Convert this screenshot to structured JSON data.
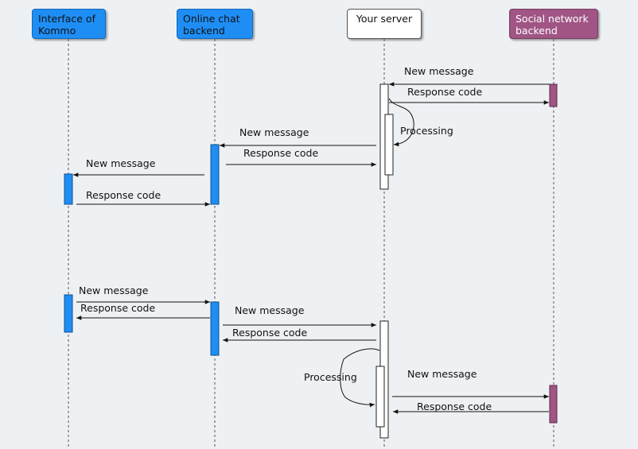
{
  "participants": {
    "kommo": "Interface of Kommo",
    "chat": "Online chat backend",
    "server": "Your server",
    "social": "Social network backend"
  },
  "colors": {
    "blue": "#1e8ef5",
    "purple": "#a05585",
    "white": "#ffffff"
  },
  "messages": {
    "m1": "New message",
    "m2": "Response code",
    "proc1": "Processing",
    "m3": "New message",
    "m4": "Response code",
    "m5": "New message",
    "m6": "Response code",
    "m7": "New message",
    "m8": "Response code",
    "m9": "New message",
    "m10": "Response code",
    "proc2": "Processing",
    "m11": "New message",
    "m12": "Response code"
  }
}
